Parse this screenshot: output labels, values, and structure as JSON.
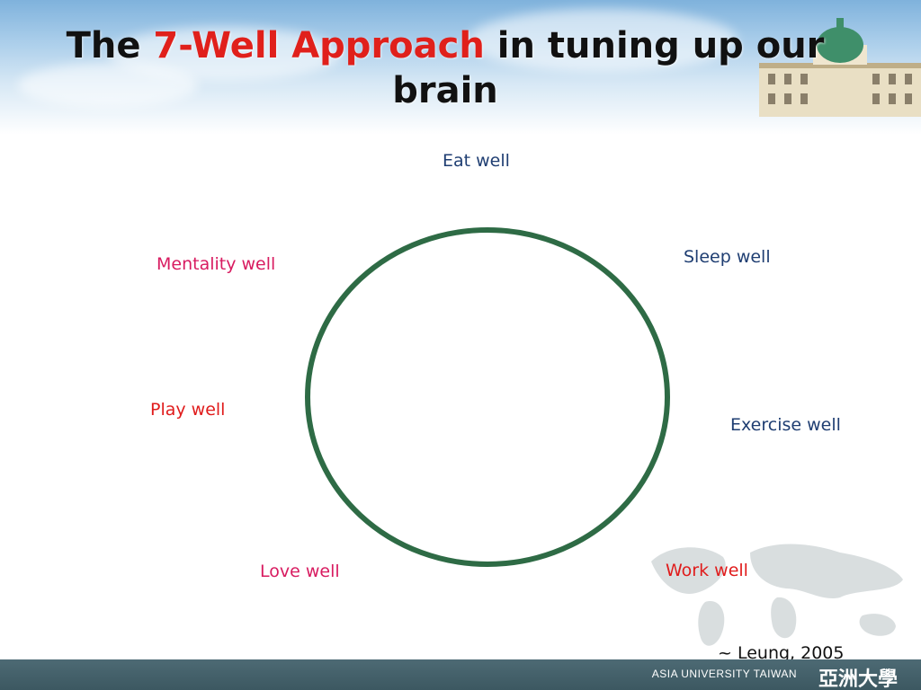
{
  "slide": {
    "title_before": "The ",
    "title_highlight": "7-Well Approach",
    "title_after": " in tuning up our brain",
    "labels": {
      "eat": "Eat well",
      "sleep": "Sleep well",
      "exercise": "Exercise well",
      "work": "Work well",
      "love": "Love well",
      "play": "Play well",
      "mentality": "Mentality well"
    },
    "citation": "~ Leung, 2005",
    "footer_text": "ASIA UNIVERSITY TAIWAN",
    "footer_cjk": "亞洲大學"
  },
  "colors": {
    "title": "#111111",
    "highlight": "#e0201b",
    "circle": "#2e6b45",
    "label_blue": "#1f3e72",
    "label_pink": "#d81b60",
    "label_red": "#e01b1b",
    "footer": "#4d6a74"
  }
}
